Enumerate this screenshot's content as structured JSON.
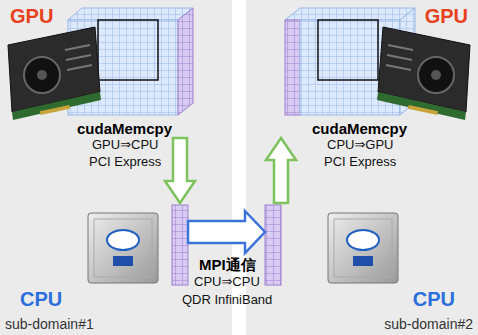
{
  "diagram": {
    "nodes": [
      {
        "text": [
          "sub-domain#1"
        ]
      },
      {
        "text": [
          "GPU"
        ],
        "in": 0
      },
      {
        "text": [
          "CPU"
        ],
        "in": 0
      },
      {
        "text": [
          "sub-domain#2"
        ]
      },
      {
        "text": [
          "GPU"
        ],
        "in": 3
      },
      {
        "text": [
          "CPU"
        ],
        "in": 3
      }
    ],
    "edges": [
      {
        "from": 1,
        "to": 2,
        "arrow": "to"
      },
      {
        "from": 2,
        "to": 5,
        "arrow": "to"
      },
      {
        "from": 5,
        "to": 4,
        "arrow": "to"
      }
    ],
    "labels": [
      "cudaMemcpy",
      "GPU⇒CPU",
      "PCI Express",
      "cudaMemcpy",
      "CPU⇒GPU",
      "PCI Express",
      "MPI通信",
      "CPU⇒CPU",
      "QDR InfiniBand"
    ]
  }
}
